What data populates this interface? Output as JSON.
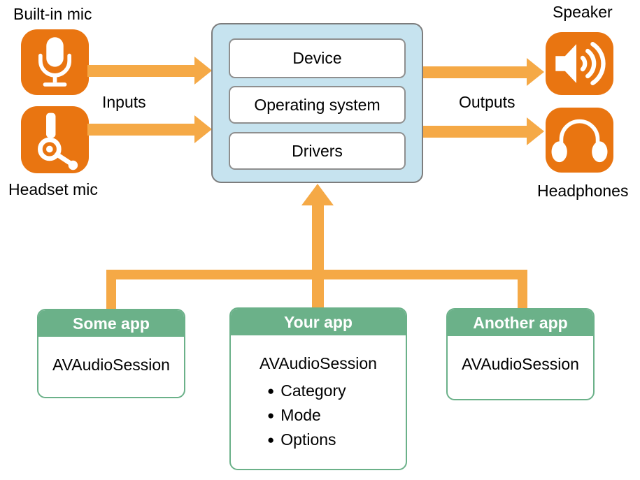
{
  "io": {
    "inputs_label": "Inputs",
    "outputs_label": "Outputs",
    "input_devices": [
      {
        "label": "Built-in mic",
        "icon": "microphone-icon"
      },
      {
        "label": "Headset mic",
        "icon": "headset-mic-icon"
      }
    ],
    "output_devices": [
      {
        "label": "Speaker",
        "icon": "speaker-icon"
      },
      {
        "label": "Headphones",
        "icon": "headphones-icon"
      }
    ]
  },
  "system_stack": {
    "layers": [
      "Device",
      "Operating system",
      "Drivers"
    ]
  },
  "apps": [
    {
      "title": "Some app",
      "class_name": "AVAudioSession",
      "bullets": []
    },
    {
      "title": "Your app",
      "class_name": "AVAudioSession",
      "bullets": [
        "Category",
        "Mode",
        "Options"
      ]
    },
    {
      "title": "Another app",
      "class_name": "AVAudioSession",
      "bullets": []
    }
  ],
  "glyphs": {
    "bullet": "●"
  },
  "colors": {
    "icon_orange": "#E97511",
    "arrow_orange": "#F5A946",
    "panel_blue": "#C6E3EF",
    "panel_border_gray": "#7D7D7D",
    "app_green": "#6BB189",
    "text_black": "#000000",
    "glyph_white": "#FFFFFF"
  }
}
